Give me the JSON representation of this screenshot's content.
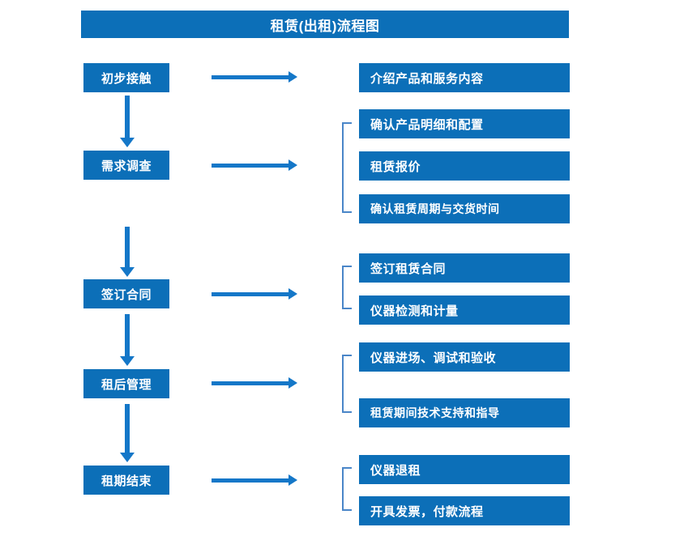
{
  "title": "租赁(出租)流程图",
  "theme": {
    "box_fill": "#0c6fb8",
    "box_text": "#ffffff",
    "arrow_color": "#1477c8",
    "bracket_color": "#4a86c8",
    "background": "#ffffff"
  },
  "stages": [
    {
      "label": "初步接触"
    },
    {
      "label": "需求调查"
    },
    {
      "label": "签订合同"
    },
    {
      "label": "租后管理"
    },
    {
      "label": "租期结束"
    }
  ],
  "details": [
    {
      "label": "介绍产品和服务内容"
    },
    {
      "label": "确认产品明细和配置"
    },
    {
      "label": "租赁报价"
    },
    {
      "label": "确认租赁周期与交货时间"
    },
    {
      "label": "签订租赁合同"
    },
    {
      "label": "仪器检测和计量"
    },
    {
      "label": "仪器进场、调试和验收"
    },
    {
      "label": "租赁期间技术支持和指导"
    },
    {
      "label": "仪器退租"
    },
    {
      "label": "开具发票，付款流程"
    }
  ],
  "chart_data": {
    "type": "diagram",
    "title": "租赁(出租)流程图",
    "orientation": "top-to-bottom",
    "nodes": [
      {
        "id": "s1",
        "column": "stage",
        "label": "初步接触"
      },
      {
        "id": "s2",
        "column": "stage",
        "label": "需求调查"
      },
      {
        "id": "s3",
        "column": "stage",
        "label": "签订合同"
      },
      {
        "id": "s4",
        "column": "stage",
        "label": "租后管理"
      },
      {
        "id": "s5",
        "column": "stage",
        "label": "租期结束"
      },
      {
        "id": "d1",
        "column": "detail",
        "label": "介绍产品和服务内容"
      },
      {
        "id": "d2",
        "column": "detail",
        "label": "确认产品明细和配置"
      },
      {
        "id": "d3",
        "column": "detail",
        "label": "租赁报价"
      },
      {
        "id": "d4",
        "column": "detail",
        "label": "确认租赁周期与交货时间"
      },
      {
        "id": "d5",
        "column": "detail",
        "label": "签订租赁合同"
      },
      {
        "id": "d6",
        "column": "detail",
        "label": "仪器检测和计量"
      },
      {
        "id": "d7",
        "column": "detail",
        "label": "仪器进场、调试和验收"
      },
      {
        "id": "d8",
        "column": "detail",
        "label": "租赁期间技术支持和指导"
      },
      {
        "id": "d9",
        "column": "detail",
        "label": "仪器退租"
      },
      {
        "id": "d10",
        "column": "detail",
        "label": "开具发票，付款流程"
      }
    ],
    "edges": [
      {
        "from": "s1",
        "to": "s2",
        "type": "vertical-arrow"
      },
      {
        "from": "s2",
        "to": "s3",
        "type": "vertical-arrow"
      },
      {
        "from": "s3",
        "to": "s4",
        "type": "vertical-arrow"
      },
      {
        "from": "s4",
        "to": "s5",
        "type": "vertical-arrow"
      },
      {
        "from": "s1",
        "to": "d1",
        "type": "horizontal-arrow"
      },
      {
        "from": "s2",
        "to": [
          "d2",
          "d3",
          "d4"
        ],
        "type": "horizontal-arrow-bracket"
      },
      {
        "from": "s3",
        "to": [
          "d5",
          "d6"
        ],
        "type": "horizontal-arrow-bracket"
      },
      {
        "from": "s4",
        "to": [
          "d7",
          "d8"
        ],
        "type": "horizontal-arrow-bracket"
      },
      {
        "from": "s5",
        "to": [
          "d9",
          "d10"
        ],
        "type": "horizontal-arrow-bracket"
      }
    ]
  }
}
